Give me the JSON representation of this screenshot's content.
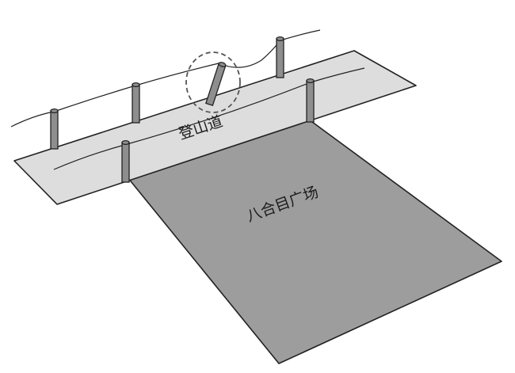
{
  "diagram": {
    "labels": {
      "trail": "登山道",
      "plaza": "八合目广场"
    },
    "colors": {
      "trail_fill": "#dddddd",
      "plaza_fill": "#9d9d9d",
      "post_fill": "#8e8e8e",
      "outline": "#222222",
      "highlight_circle": "#555555"
    },
    "highlighted_element": "tilted-post"
  }
}
